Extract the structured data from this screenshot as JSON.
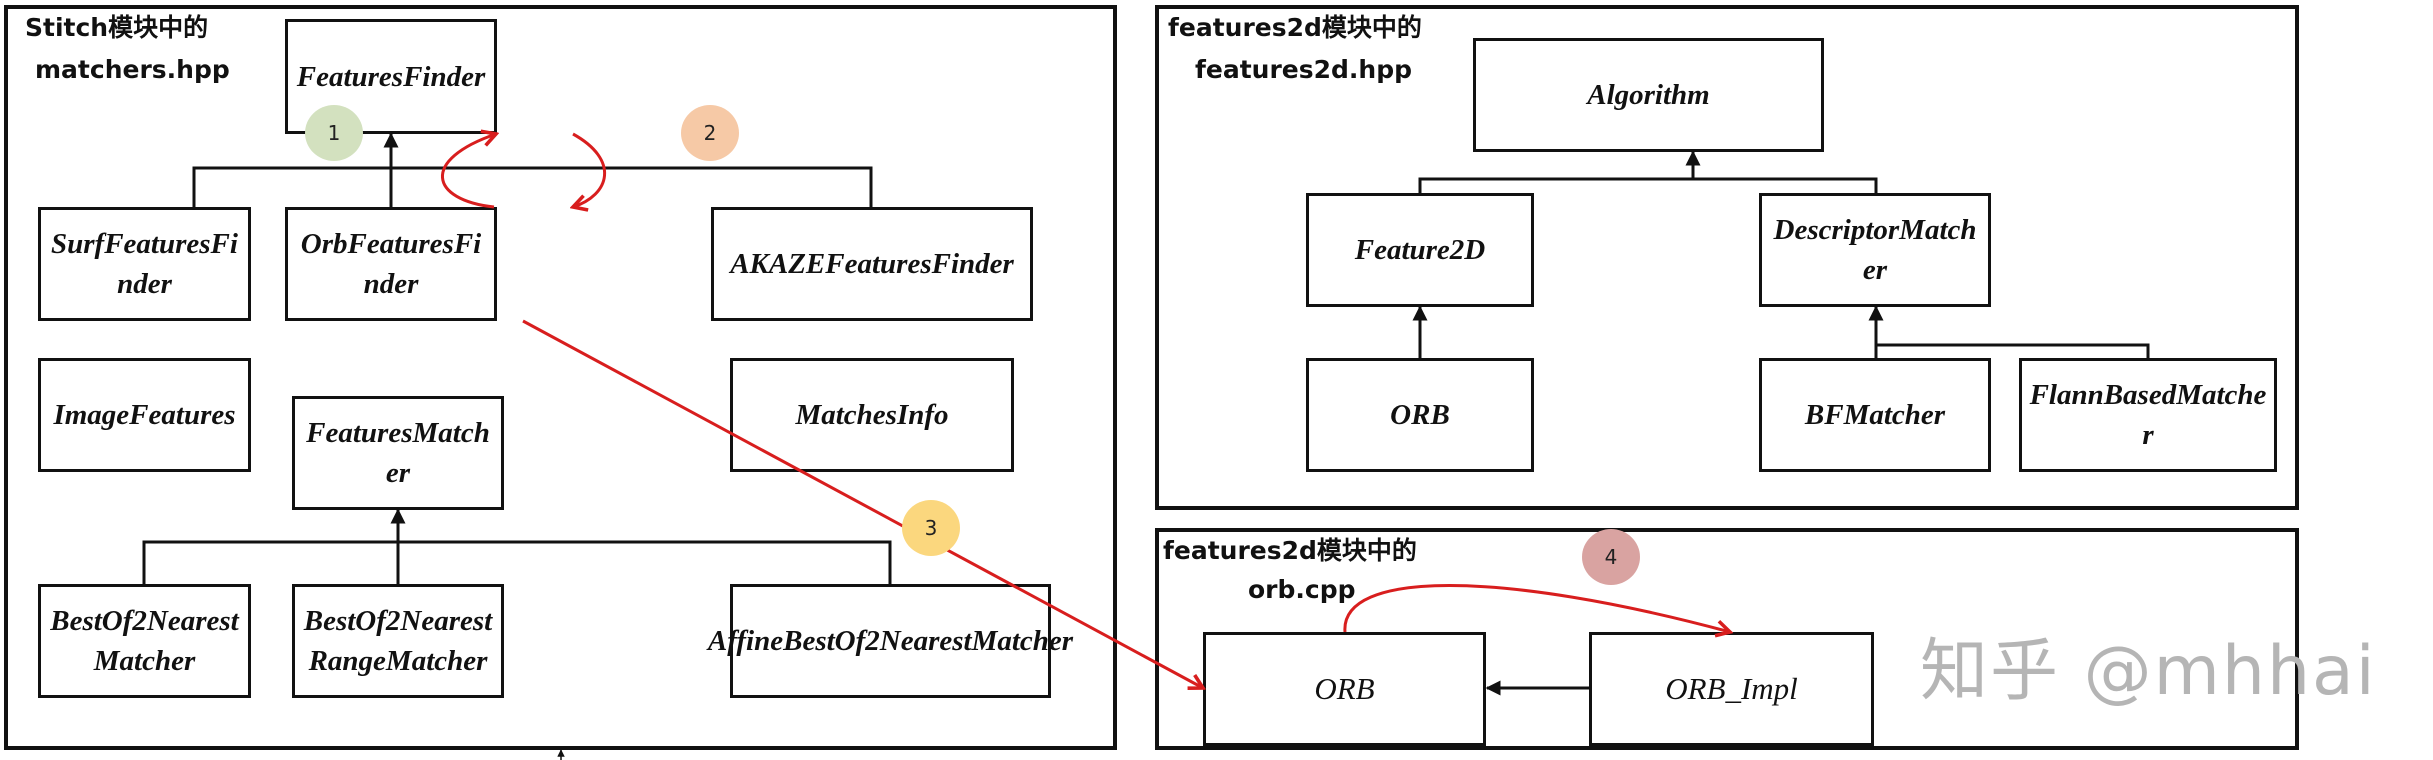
{
  "panels": {
    "stitch": {
      "title_line1": "Stitch模块中的",
      "title_line2": "matchers.hpp"
    },
    "features2d_hpp": {
      "title_line1": "features2d模块中的",
      "title_line2": "features2d.hpp"
    },
    "orb_cpp": {
      "title_line1": "features2d模块中的",
      "title_line2": "orb.cpp"
    }
  },
  "stitch_classes": {
    "features_finder": "FeaturesFinder",
    "surf_features_finder": "SurfFeaturesFinder",
    "orb_features_finder": "OrbFeaturesFinder",
    "akaze_features_finder": "AKAZEFeaturesFinder",
    "image_features": "ImageFeatures",
    "features_matcher": "FeaturesMatcher",
    "matches_info": "MatchesInfo",
    "best_of_2_nearest_matcher": "BestOf2NearestMatcher",
    "best_of_2_nearest_range_matcher": "BestOf2NearestRangeMatcher",
    "affine_best_of_2_nearest_matcher": "AffineBestOf2NearestMatcher"
  },
  "features2d_classes": {
    "algorithm": "Algorithm",
    "feature2d": "Feature2D",
    "descriptor_matcher": "DescriptorMatcher",
    "orb": "ORB",
    "bf_matcher": "BFMatcher",
    "flann_based_matcher": "FlannBasedMatcher"
  },
  "orb_cpp_classes": {
    "orb": "ORB",
    "orb_impl": "ORB_Impl"
  },
  "step_markers": [
    {
      "label": "1",
      "color": "#d3e1bf"
    },
    {
      "label": "2",
      "color": "#f6c9a6"
    },
    {
      "label": "3",
      "color": "#fbd77e"
    },
    {
      "label": "4",
      "color": "#d9a3a1"
    }
  ],
  "colors": {
    "flow_arrow": "#d81e1e",
    "inheritance": "#111111"
  },
  "watermark": "知乎 @mhhai"
}
